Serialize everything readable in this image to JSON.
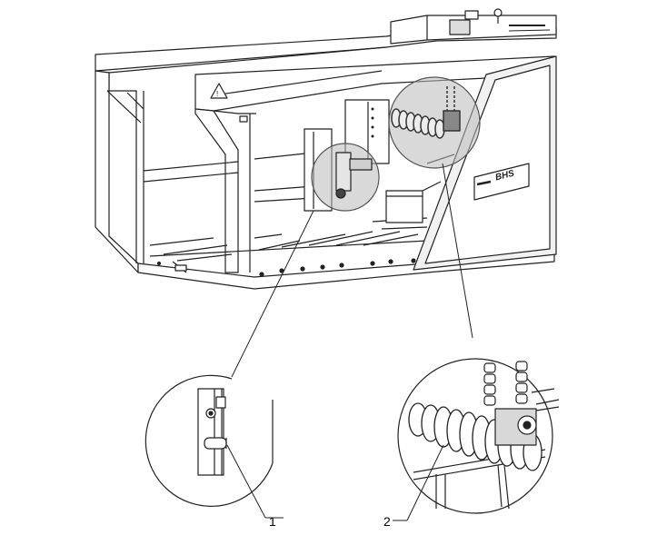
{
  "brand_mark": "BHS",
  "callouts": [
    {
      "number": "1"
    },
    {
      "number": "2"
    }
  ],
  "colors": {
    "line": "#222222",
    "shade": "#b9b9b9",
    "panel": "#f1f1f1",
    "paper": "#ffffff"
  }
}
